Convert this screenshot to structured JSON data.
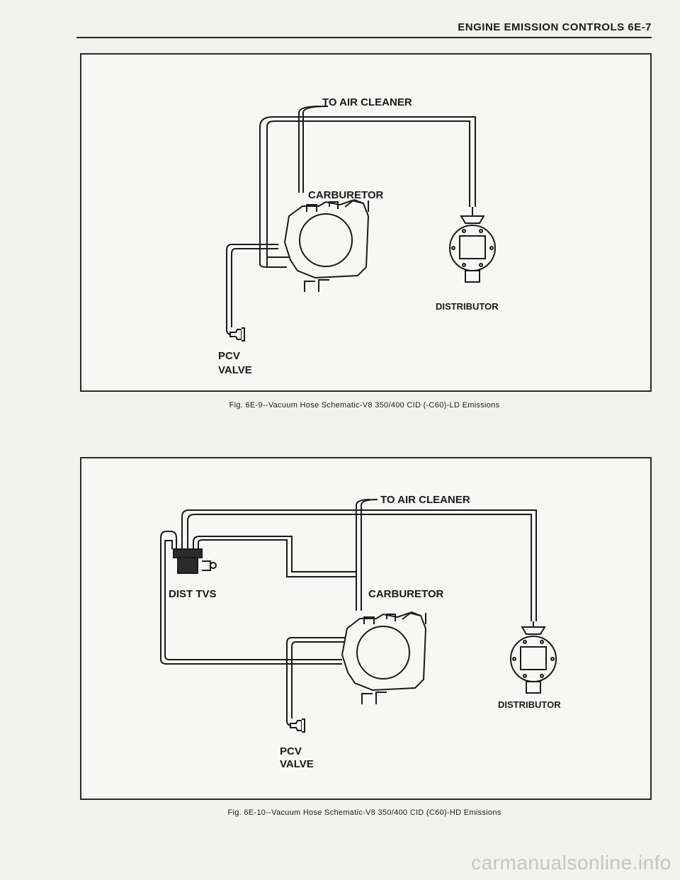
{
  "header": {
    "title": "ENGINE EMISSION CONTROLS 6E-7"
  },
  "figure1": {
    "labels": {
      "air_cleaner": "TO AIR CLEANER",
      "carburetor": "CARBURETOR",
      "distributor": "DISTRIBUTOR",
      "pcv_line1": "PCV",
      "pcv_line2": "VALVE"
    },
    "caption": "Fig. 6E-9--Vacuum Hose Schematic-V8 350/400 CID (-C60)-LD Emissions"
  },
  "figure2": {
    "labels": {
      "air_cleaner": "TO AIR CLEANER",
      "carburetor": "CARBURETOR",
      "distributor": "DISTRIBUTOR",
      "dist_tvs": "DIST TVS",
      "pcv_line1": "PCV",
      "pcv_line2": "VALVE"
    },
    "caption": "Fig. 6E-10--Vacuum Hose Schematic-V8 350/400 CID (C60)-HD Emissions"
  },
  "watermark": "carmanualsonline.info"
}
